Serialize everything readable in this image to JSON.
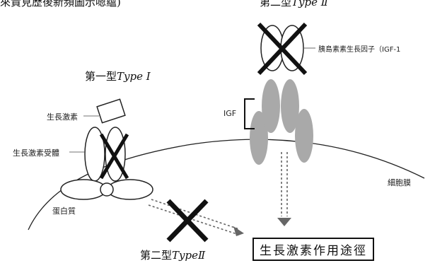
{
  "header": {
    "caption": "來貴見歷後新頻圖示嗯蘊)"
  },
  "type1": {
    "title_cn": "第一型",
    "title_en": "Type Ⅰ"
  },
  "type2_top": {
    "title_cn": "第二型",
    "title_en": "Type Ⅱ"
  },
  "type2_bottom": {
    "title_cn": "第二型",
    "title_en": "TypeⅡ"
  },
  "labels": {
    "growth_hormone": "生長激素",
    "gh_receptor": "生長激素受體",
    "protein": "蛋白質",
    "igf_binding": "胰島素素生長因子（IGF-1",
    "igf": "IGF",
    "cell_membrane": "細胞膜"
  },
  "result": {
    "text": "生長激素作用途徑"
  }
}
